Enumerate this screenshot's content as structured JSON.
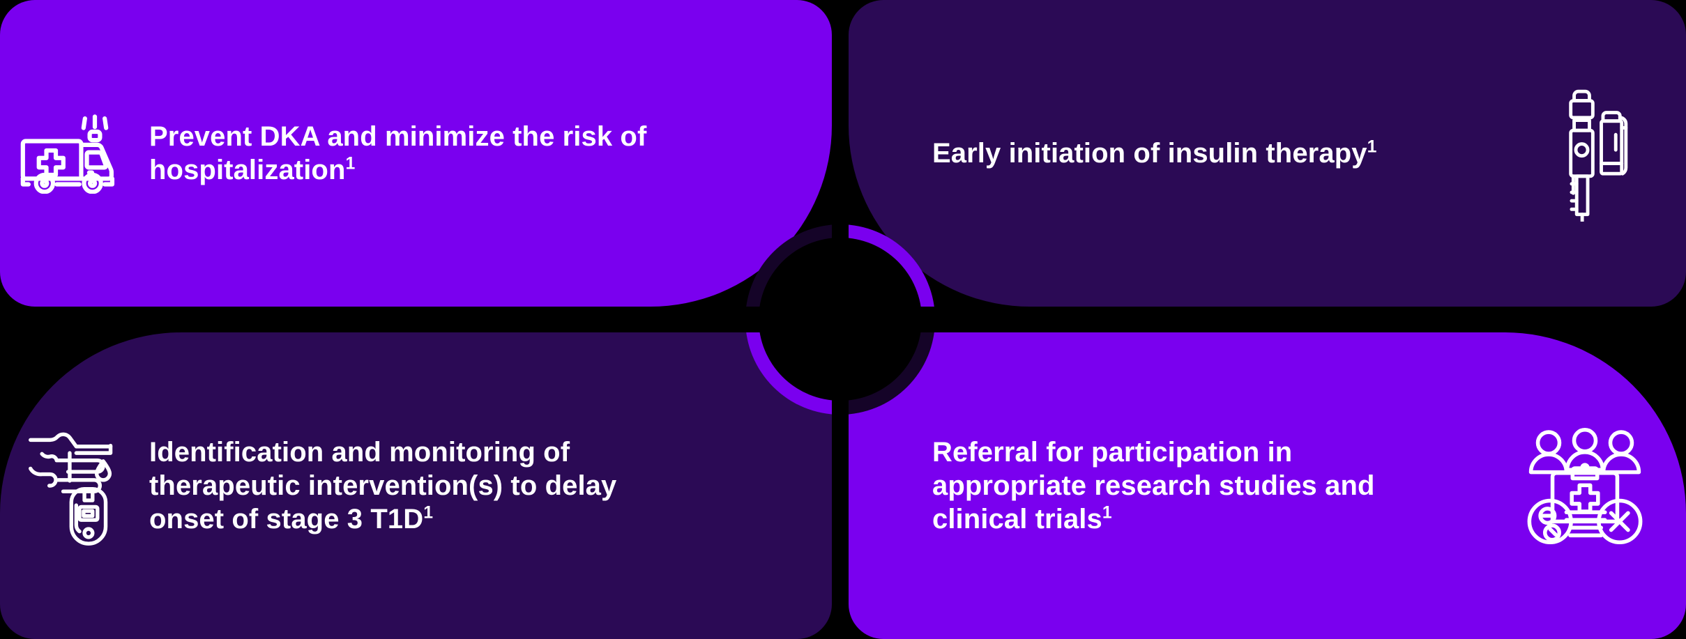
{
  "colors": {
    "background": "#000000",
    "tile_bright_purple": "#7A00EF",
    "tile_dark_purple": "#2B0A55",
    "text": "#FFFFFF",
    "icon_stroke": "#FFFFFF"
  },
  "layout": {
    "type": "2x2-quadrant-infographic",
    "center": "black-circle-with-contrasting-ring",
    "footnote_marker": "1"
  },
  "quadrants": [
    {
      "id": "prevent-dka",
      "position": "top-left",
      "tile_color": "#7A00EF",
      "ring_color": "#150428",
      "icon": "ambulance-icon",
      "icon_side": "left",
      "headline": "Prevent DKA and minimize the risk of hospitalization",
      "superscript": "1"
    },
    {
      "id": "early-insulin",
      "position": "top-right",
      "tile_color": "#2B0A55",
      "ring_color": "#7A00EF",
      "icon": "insulin-pen-syringe-icon",
      "icon_side": "right",
      "headline": "Early initiation of insulin therapy",
      "superscript": "1"
    },
    {
      "id": "identification-monitoring",
      "position": "bottom-left",
      "tile_color": "#2B0A55",
      "ring_color": "#7A00EF",
      "icon": "glucose-meter-fingerstick-icon",
      "icon_side": "left",
      "headline": "Identification and monitoring of therapeutic intervention(s) to delay onset of stage 3 T1D",
      "superscript": "1"
    },
    {
      "id": "referral-research",
      "position": "bottom-right",
      "tile_color": "#7A00EF",
      "ring_color": "#150428",
      "icon": "clinical-trial-group-icon",
      "icon_side": "right",
      "headline": "Referral for participation in appropriate research studies and clinical trials",
      "superscript": "1"
    }
  ]
}
